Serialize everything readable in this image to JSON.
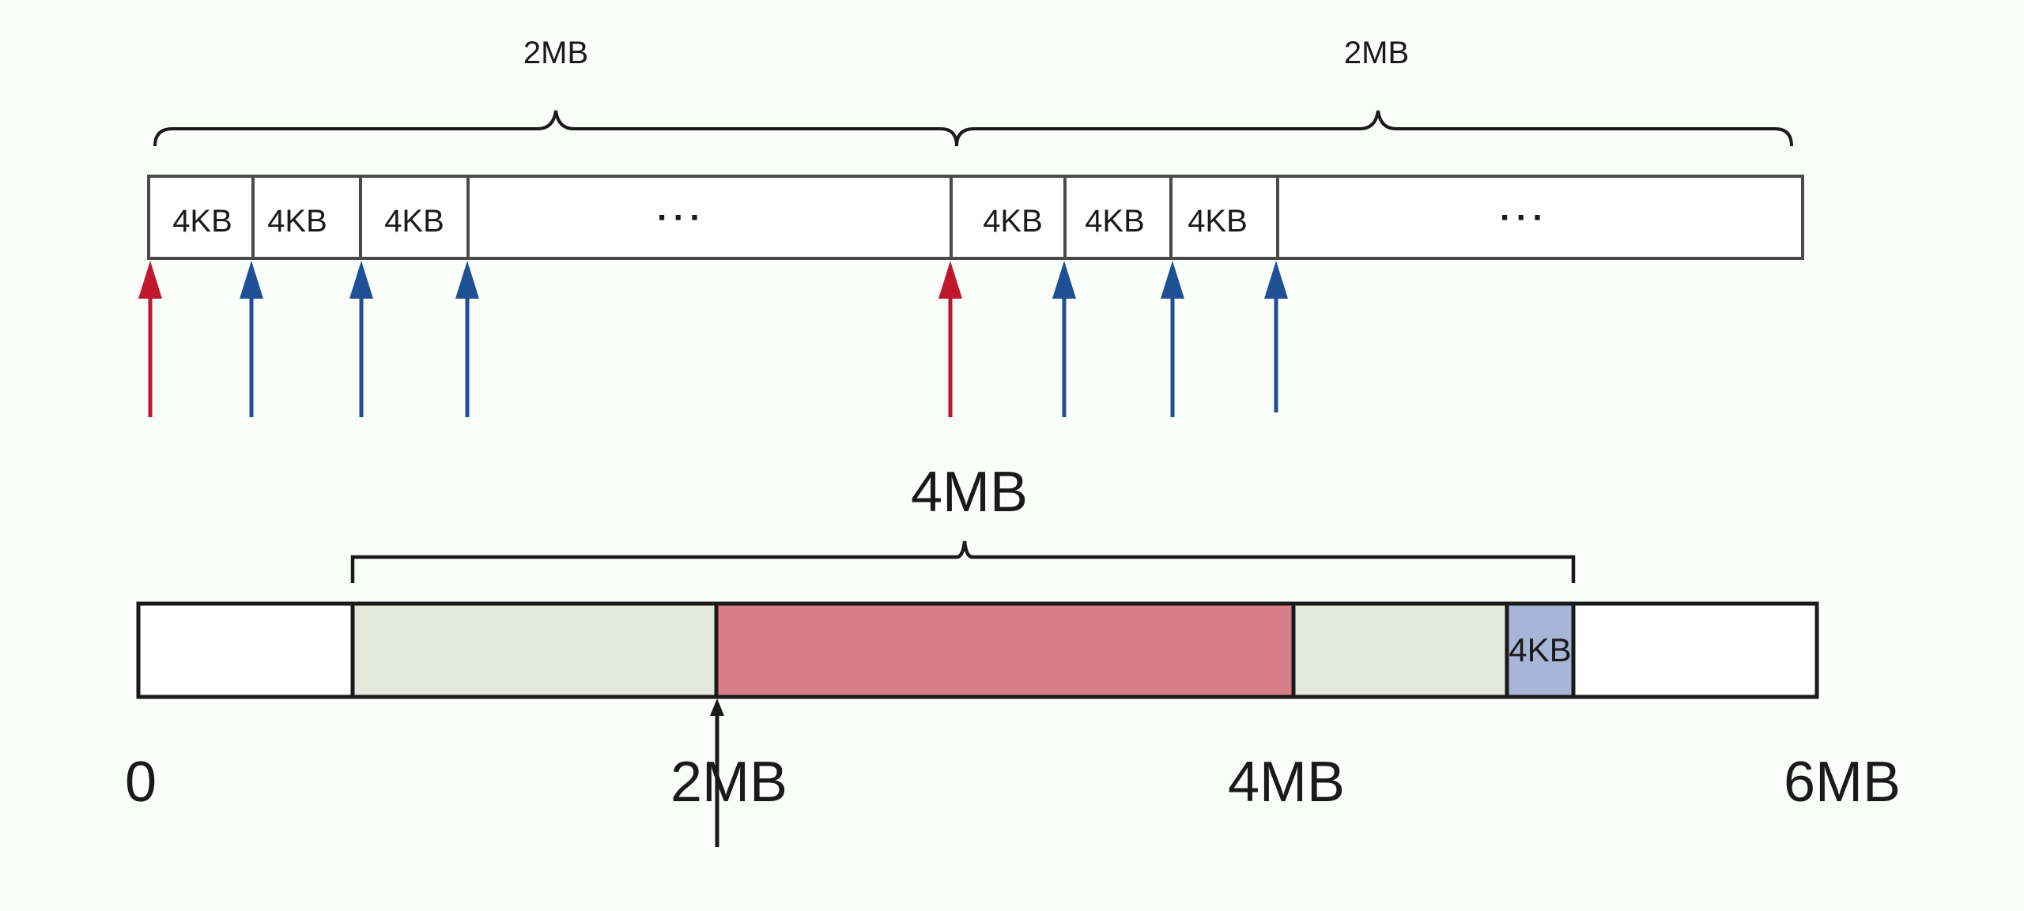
{
  "top_diagram": {
    "brace_labels": [
      "2MB",
      "2MB"
    ],
    "left_cells": [
      "4KB",
      "4KB",
      "4KB"
    ],
    "right_cells": [
      "4KB",
      "4KB",
      "4KB"
    ],
    "ellipsis": "···",
    "boundary_arrow_color": "#c0182a",
    "page_arrow_color": "#1f4f95"
  },
  "bottom_diagram": {
    "brace_label": "4MB",
    "small_page_label": "4KB",
    "axis_labels": [
      "0",
      "2MB",
      "4MB",
      "6MB"
    ],
    "colors": {
      "outline": "#1a1a1a",
      "empty_fill": "#ffffff",
      "shaded_fill": "#e5e8dc",
      "highlight_fill": "#d87e88",
      "small_page_fill": "#a7b6d6"
    }
  }
}
